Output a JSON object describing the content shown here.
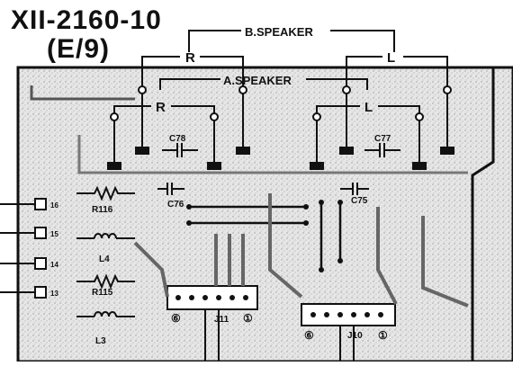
{
  "header": {
    "board_code": "XII-2160-10",
    "board_variant": "(E/9)"
  },
  "speakers": {
    "b_speaker_label": "B.SPEAKER",
    "a_speaker_label": "A.SPEAKER",
    "right_label": "R",
    "left_label": "L"
  },
  "components": {
    "c78": "C78",
    "c77": "C77",
    "c76": "C76",
    "c75": "C75",
    "r116": "R116",
    "r115": "R115",
    "l4": "L4",
    "l3": "L3",
    "j11": "J11",
    "j10": "J10"
  },
  "side_pins": [
    "16",
    "15",
    "14",
    "13"
  ],
  "connector_markers": {
    "pin_first": "①",
    "pin_last": "⑥"
  }
}
